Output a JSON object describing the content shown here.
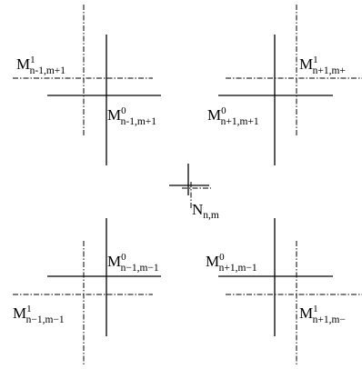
{
  "labels": {
    "top_left_dashed": {
      "base": "M",
      "sup": "1",
      "sub": "n-1,m+1"
    },
    "top_left_solid": {
      "base": "M",
      "sup": "0",
      "sub": "n-1,m+1"
    },
    "top_right_dashed": {
      "base": "M",
      "sup": "1",
      "sub": "n+1,m+"
    },
    "top_right_solid": {
      "base": "M",
      "sup": "0",
      "sub": "n+1,m+1"
    },
    "center": {
      "base": "N",
      "sub": "n,m"
    },
    "bottom_left_solid": {
      "base": "M",
      "sup": "0",
      "sub": "n−1,m−1"
    },
    "bottom_left_dashed": {
      "base": "M",
      "sup": "1",
      "sub": "n−1,m−1"
    },
    "bottom_right_solid": {
      "base": "M",
      "sup": "0",
      "sub": "n+1,m−1"
    },
    "bottom_right_dashed": {
      "base": "M",
      "sup": "1",
      "sub": "n+1,m−"
    }
  }
}
